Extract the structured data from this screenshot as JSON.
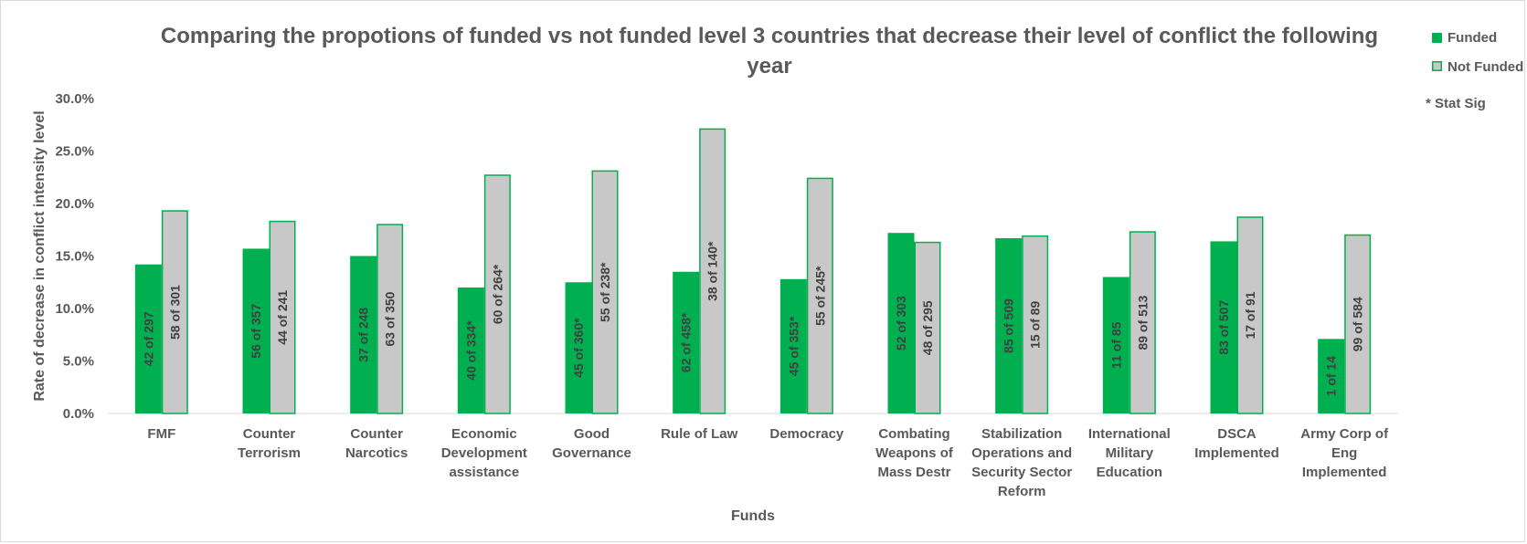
{
  "chart_data": {
    "type": "bar",
    "title": "Comparing the propotions of funded vs not funded level 3 countries that decrease their level of conflict the following year",
    "title_lines": [
      "Comparing the propotions of funded vs not funded level 3 countries that decrease their level of conflict the following",
      "year"
    ],
    "xlabel": "Funds",
    "ylabel": "Rate of decrease in conflict intensity level",
    "ylim": [
      0,
      30
    ],
    "yticks": [
      "0.0%",
      "5.0%",
      "10.0%",
      "15.0%",
      "20.0%",
      "25.0%",
      "30.0%"
    ],
    "categories": [
      "FMF",
      "Counter Terrorism",
      "Counter Narcotics",
      "Economic Development assistance",
      "Good Governance",
      "Rule of Law",
      "Democracy",
      "Combating Weapons of Mass Destr",
      "Stabilization Operations and Security Sector Reform",
      "International Military Education",
      "DSCA Implemented",
      "Army Corp of Eng Implemented"
    ],
    "category_lines": [
      [
        "FMF"
      ],
      [
        "Counter",
        "Terrorism"
      ],
      [
        "Counter",
        "Narcotics"
      ],
      [
        "Economic",
        "Development",
        "assistance"
      ],
      [
        "Good",
        "Governance"
      ],
      [
        "Rule of Law"
      ],
      [
        "Democracy"
      ],
      [
        "Combating",
        "Weapons of",
        "Mass Destr"
      ],
      [
        "Stabilization",
        "Operations and",
        "Security Sector",
        "Reform"
      ],
      [
        "International",
        "Military",
        "Education"
      ],
      [
        "DSCA",
        "Implemented"
      ],
      [
        "Army Corp of",
        "Eng",
        "Implemented"
      ]
    ],
    "series": [
      {
        "name": "Funded",
        "color": "#00b050",
        "values": [
          14.2,
          15.7,
          15.0,
          12.0,
          12.5,
          13.5,
          12.8,
          17.2,
          16.7,
          13.0,
          16.4,
          7.1
        ],
        "labels": [
          "42 of 297",
          "56 of 357",
          "37 of 248",
          "40 of 334*",
          "45 of 360*",
          "62 of 458*",
          "45 of 353*",
          "52 of 303",
          "85 of 509",
          "11 of 85",
          "83 of 507",
          "1 of 14"
        ]
      },
      {
        "name": "Not Funded",
        "color": "#c8c8c8",
        "border": "#00b050",
        "values": [
          19.3,
          18.3,
          18.0,
          22.7,
          23.1,
          27.1,
          22.4,
          16.3,
          16.9,
          17.3,
          18.7,
          17.0
        ],
        "labels": [
          "58 of 301",
          "44 of 241",
          "63 of 350",
          "60 of 264*",
          "55 of 238*",
          "38 of 140*",
          "55 of 245*",
          "48 of 295",
          "15 of 89",
          "89 of 513",
          "17 of 91",
          "99 of 584"
        ]
      }
    ],
    "annotations": [
      "* Stat Sig"
    ],
    "legend_position": "top-right",
    "grid": false
  }
}
